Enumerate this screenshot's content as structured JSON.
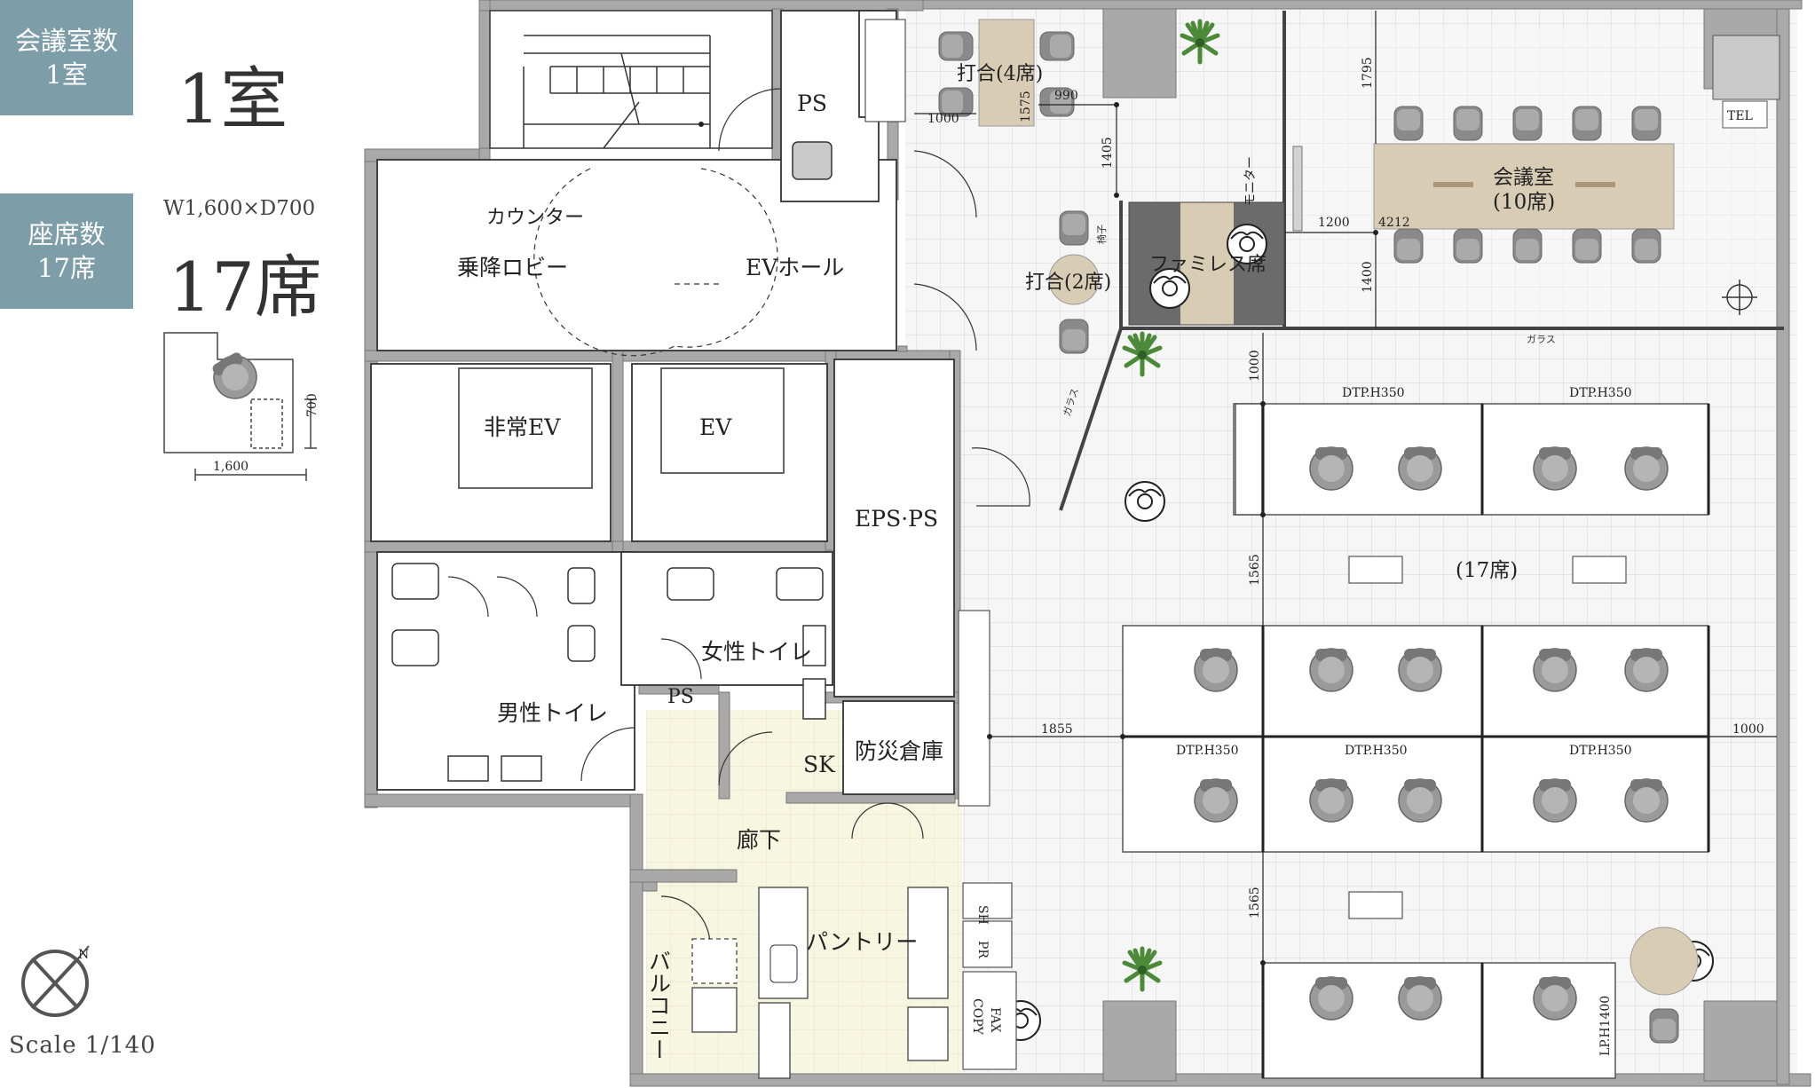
{
  "stats": {
    "meeting_rooms": {
      "label_line1": "会議室数",
      "label_line2": "1室",
      "value": "1室"
    },
    "seats": {
      "label_line1": "座席数",
      "label_line2": "17席",
      "value": "17席"
    }
  },
  "desk_legend": {
    "size": "W1,600×D700",
    "width_dim": "1,600",
    "depth_dim": "700"
  },
  "scale": "Scale 1/140",
  "compass": {
    "north_label": "N"
  },
  "rooms": {
    "lobby": "乗降ロビー",
    "counter": "カウンター",
    "ev_hall": "EVホール",
    "emergency_ev": "非常EV",
    "ev": "EV",
    "eps_ps": "EPS·PS",
    "ps_top": "PS",
    "ps_small": "PS",
    "mens_toilet": "男性トイレ",
    "womens_toilet": "女性トイレ",
    "sk": "SK",
    "storage": "防災倉庫",
    "corridor": "廊下",
    "pantry": "パントリー",
    "balcony": "バルコニー",
    "meeting_4": "打合(4席)",
    "meeting_2": "打合(2席)",
    "family_seats": "ファミレス席",
    "meeting_room": "会議室",
    "meeting_room_seats": "(10席)",
    "work_area_seats": "(17席)",
    "monitor": "モニター",
    "tel": "TEL",
    "sh": "SH",
    "pr": "PR",
    "copy": "COPY",
    "fax": "FAX",
    "glass_1": "ガラス",
    "glass_2": "ガラス",
    "chair_note": "椅子",
    "lp": "LP.H1400"
  },
  "dimensions": {
    "d1000a": "1000",
    "d990": "990",
    "d1575": "1575",
    "d1405": "1405",
    "d1795": "1795",
    "d1200": "1200",
    "d4212": "4212",
    "d1400": "1400",
    "d1000b": "1000",
    "d1565a": "1565",
    "d1855": "1855",
    "d1000c": "1000",
    "d1565b": "1565"
  },
  "partitions": [
    "DTP.H350",
    "DTP.H350",
    "DTP.H350",
    "DTP.H350",
    "DTP.H350"
  ],
  "colors": {
    "wall": "#a9a9a9",
    "badge": "#7d9ea9",
    "meeting_table": "#d8cdb4",
    "chair": "#8a8a8a",
    "corridor": "#f4f3de",
    "tile_line": "#d4d4d4"
  }
}
